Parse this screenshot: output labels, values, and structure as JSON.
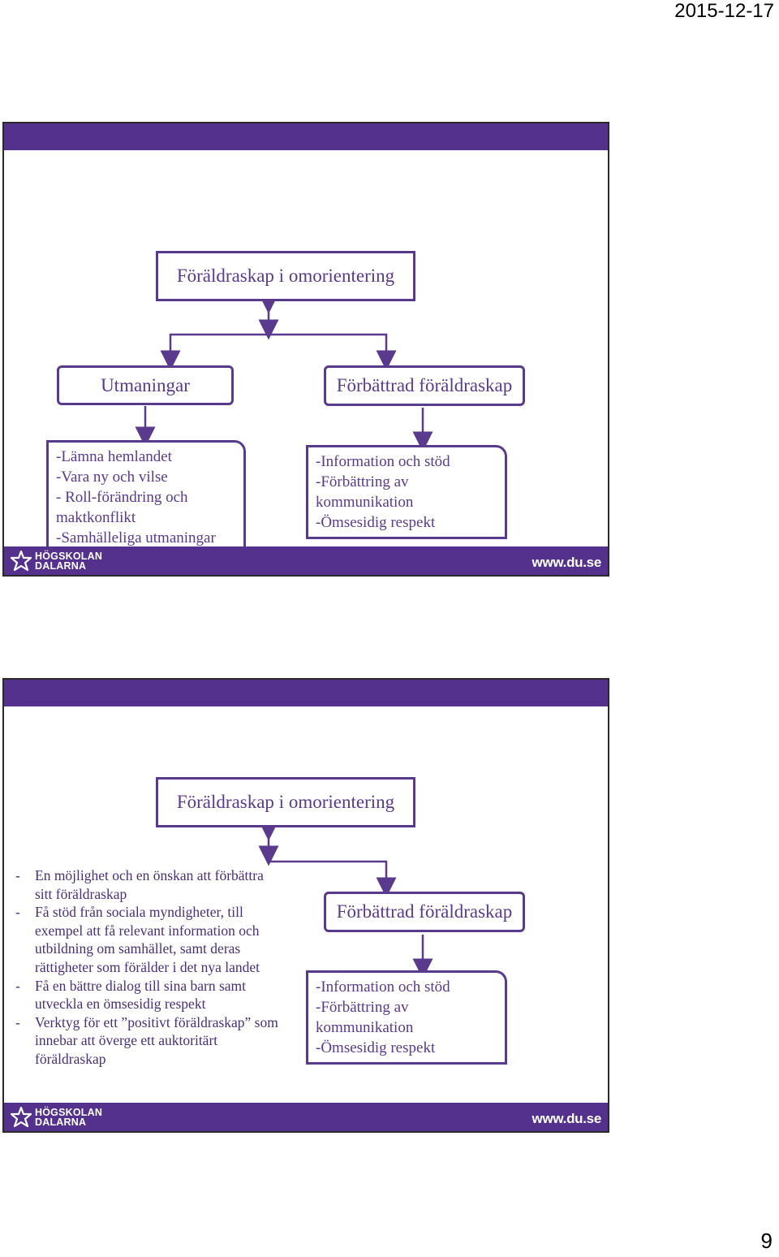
{
  "page": {
    "date": "2015-12-17",
    "number": "9"
  },
  "slide1": {
    "title": "Föräldraskap i omorientering",
    "left_box_title": "Utmaningar",
    "right_box_title": "Förbättrad föräldraskap",
    "left_list": [
      "-Lämna hemlandet",
      "-Vara ny och vilse",
      "- Roll-förändring och",
      "maktkonflikt",
      "-Samhälleliga utmaningar"
    ],
    "right_list": [
      "-Information och stöd",
      "-Förbättring av",
      "kommunikation",
      "-Ömsesidig respekt"
    ],
    "logo_line1": "HÖGSKOLAN",
    "logo_line2": "DALARNA",
    "url": "www.du.se"
  },
  "slide2": {
    "title": "Föräldraskap i omorientering",
    "bullets": [
      "En möjlighet och en önskan att förbättra sitt föräldraskap",
      "Få stöd från sociala myndigheter, till exempel att få relevant information och utbildning om samhället, samt deras rättigheter som förälder i det nya landet",
      "Få en bättre dialog till sina barn samt utveckla en ömsesidig respekt",
      "Verktyg för ett ”positivt föräldraskap” som innebar att överge ett auktoritärt föräldraskap"
    ],
    "right_box_title": "Förbättrad föräldraskap",
    "right_list": [
      "-Information och stöd",
      "-Förbättring av",
      "kommunikation",
      "-Ömsesidig respekt"
    ],
    "logo_line1": "HÖGSKOLAN",
    "logo_line2": "DALARNA",
    "url": "www.du.se"
  },
  "colors": {
    "brand_purple": "#53318d",
    "box_border": "#5a3a8c"
  }
}
